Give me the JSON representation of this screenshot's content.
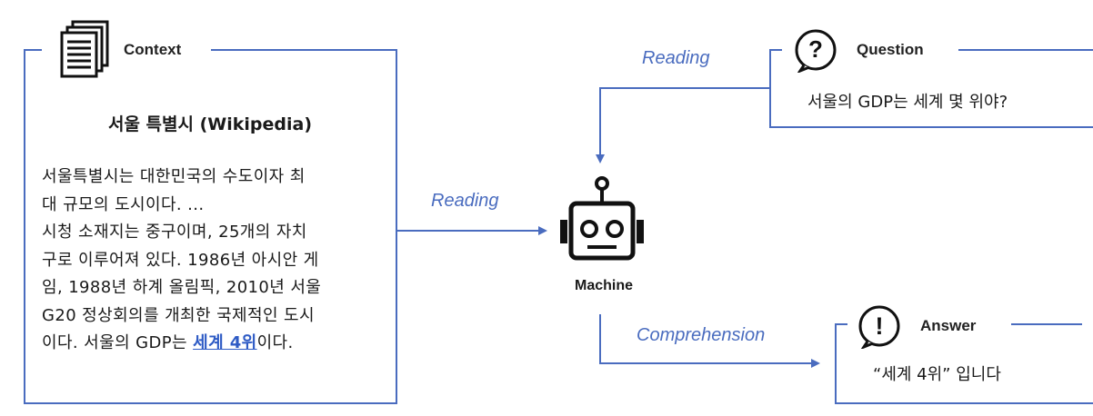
{
  "context": {
    "label": "Context",
    "title": "서울 특별시 (Wikipedia)",
    "lines": [
      "서울특별시는 대한민국의 수도이자 최",
      "대 규모의 도시이다. ...",
      "시청 소재지는 중구이며, 25개의 자치",
      "구로 이루어져 있다. 1986년 아시안 게",
      "임, 1988년 하계 올림픽, 2010년 서울",
      "G20 정상회의를 개최한 국제적인 도시"
    ],
    "last_line_prefix": "이다. 서울의 GDP는 ",
    "last_line_highlight": "세계 4위",
    "last_line_suffix": "이다."
  },
  "question": {
    "label": "Question",
    "text": "서울의 GDP는 세계 몇 위야?"
  },
  "answer": {
    "label": "Answer",
    "text": "“세계 4위” 입니다"
  },
  "machine": {
    "label": "Machine"
  },
  "arrows": {
    "context_to_machine": "Reading",
    "question_to_machine": "Reading",
    "machine_to_answer": "Comprehension"
  },
  "colors": {
    "line": "#4a6cbf",
    "highlight": "#2e5bc5"
  },
  "icons": {
    "context": "document-stack-icon",
    "question": "question-circle-icon",
    "answer": "exclamation-circle-icon",
    "machine": "robot-icon"
  }
}
